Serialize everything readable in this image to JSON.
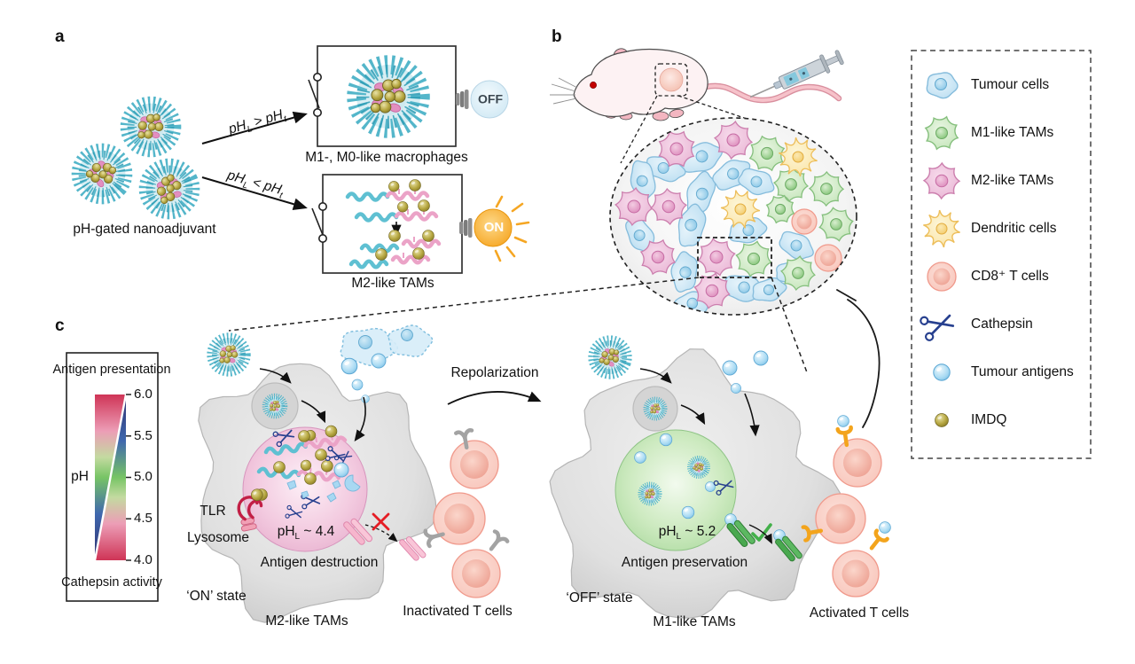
{
  "panels": {
    "a": "a",
    "b": "b",
    "c": "c"
  },
  "panel_a": {
    "nanoadjuvant_label": "pH-gated nanoadjuvant",
    "arrow_top": {
      "base": "pH",
      "sub": "L",
      "op": " > ",
      "base2": "pH",
      "sub2": "t"
    },
    "arrow_bottom": {
      "base": "pH",
      "sub": "L",
      "op": " < ",
      "base2": "pH",
      "sub2": "t"
    },
    "box_top_label": "M1-, M0-like macrophages",
    "box_bottom_label": "M2-like TAMs",
    "bulb_off": "OFF",
    "bulb_on": "ON"
  },
  "legend": {
    "items": [
      {
        "icon": "tumour-cell-icon",
        "label": "Tumour cells"
      },
      {
        "icon": "m1-tam-icon",
        "label": "M1-like TAMs"
      },
      {
        "icon": "m2-tam-icon",
        "label": "M2-like TAMs"
      },
      {
        "icon": "dendritic-cell-icon",
        "label": "Dendritic cells"
      },
      {
        "icon": "cd8-t-cell-icon",
        "label": "CD8⁺ T cells"
      },
      {
        "icon": "cathepsin-icon",
        "label": "Cathepsin"
      },
      {
        "icon": "tumour-antigen-icon",
        "label": "Tumour antigens"
      },
      {
        "icon": "imdq-icon",
        "label": "IMDQ"
      }
    ]
  },
  "panel_c": {
    "colorbar": {
      "top_label": "Antigen presentation",
      "axis_label": "pH",
      "bottom_label": "Cathepsin activity",
      "ticks": [
        "6.0",
        "5.5",
        "5.0",
        "4.5",
        "4.0"
      ],
      "colors": {
        "high": "#cf3456",
        "mid": "#77c465",
        "low": "#2f2f6f"
      }
    },
    "m2": {
      "tlr": "TLR",
      "lysosome": "Lysosome",
      "ph": {
        "base": "pH",
        "sub": "L",
        "rest": " ~ 4.4"
      },
      "caption": "Antigen destruction",
      "state": "‘ON’ state",
      "name": "M2-like TAMs"
    },
    "m1": {
      "ph": {
        "base": "pH",
        "sub": "L",
        "rest": " ~ 5.2"
      },
      "caption": "Antigen preservation",
      "state": "‘OFF’ state",
      "name": "M1-like TAMs"
    },
    "repolarization": "Repolarization",
    "inactivated_label": "Inactivated T cells",
    "activated_label": "Activated T cells"
  }
}
